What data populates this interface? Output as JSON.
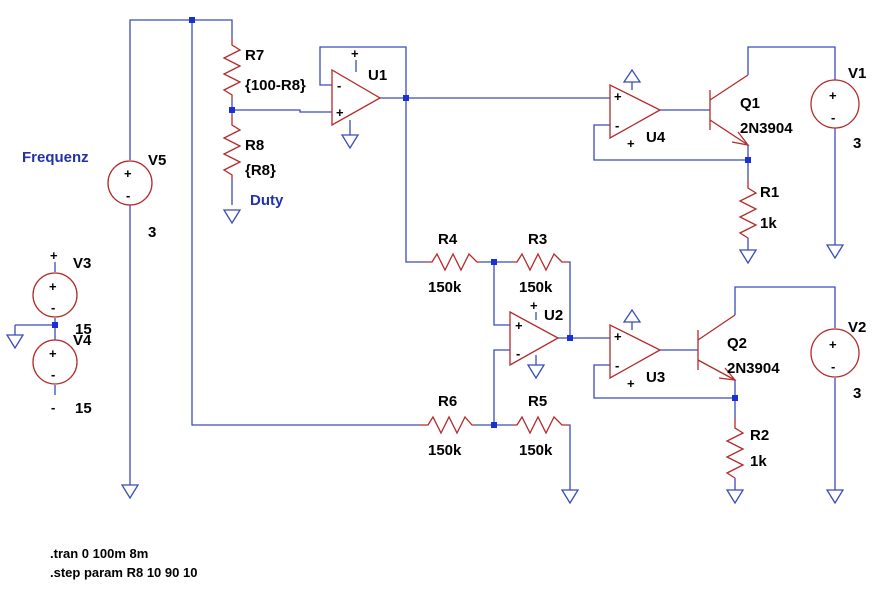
{
  "net_labels": {
    "frequenz": "Frequenz",
    "duty": "Duty"
  },
  "colors": {
    "wire": "#3b4bb8",
    "component": "#b52a2a",
    "junction": "#1b2fd6",
    "text": "#000000",
    "net_label": "#2233aa"
  },
  "components": {
    "r7": {
      "name": "R7",
      "value": "{100-R8}"
    },
    "r8": {
      "name": "R8",
      "value": "{R8}"
    },
    "u1": {
      "name": "U1"
    },
    "u2": {
      "name": "U2"
    },
    "u3": {
      "name": "U3"
    },
    "u4": {
      "name": "U4"
    },
    "r1": {
      "name": "R1",
      "value": "1k"
    },
    "r2": {
      "name": "R2",
      "value": "1k"
    },
    "r3": {
      "name": "R3",
      "value": "150k"
    },
    "r4": {
      "name": "R4",
      "value": "150k"
    },
    "r5": {
      "name": "R5",
      "value": "150k"
    },
    "r6": {
      "name": "R6",
      "value": "150k"
    },
    "q1": {
      "name": "Q1",
      "model": "2N3904"
    },
    "q2": {
      "name": "Q2",
      "model": "2N3904"
    },
    "v1": {
      "name": "V1",
      "value": "3"
    },
    "v2": {
      "name": "V2",
      "value": "3"
    },
    "v3": {
      "name": "V3",
      "value": "15"
    },
    "v4": {
      "name": "V4",
      "value": "15"
    },
    "v5": {
      "name": "V5",
      "value": "3"
    }
  },
  "symbols": {
    "plus": "+",
    "minus": "-"
  },
  "directives": [
    ".tran 0 100m 8m",
    ".step param R8 10 90 10"
  ]
}
